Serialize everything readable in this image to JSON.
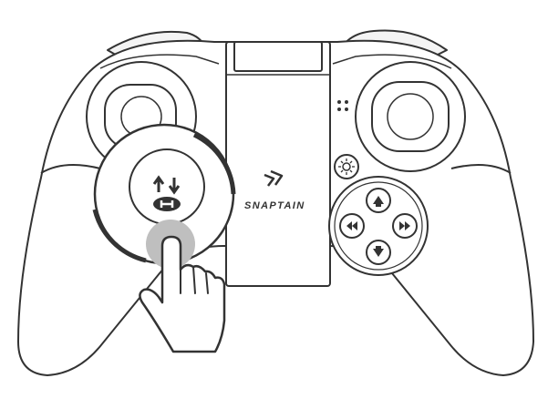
{
  "brand": {
    "name": "SNAPTAIN",
    "logo_icon": "snaptain-chevron-logo"
  },
  "callout": {
    "button_icon": "swap-arrows-h-icon",
    "press_indicator": "pressed-spot",
    "hand_icon": "pointing-hand-icon"
  },
  "controls": {
    "left_stick": "left-joystick",
    "right_stick": "right-joystick",
    "dpad": [
      "up-arrow",
      "left-arrow",
      "right-arrow",
      "down-arrow"
    ],
    "small_buttons": [
      "four-dot-button",
      "turbo-sun-button"
    ]
  },
  "colors": {
    "outline": "#333333",
    "fill_light": "#ffffff",
    "fill_shade": "#eeeeee",
    "press_spot": "#bfbfbf"
  }
}
